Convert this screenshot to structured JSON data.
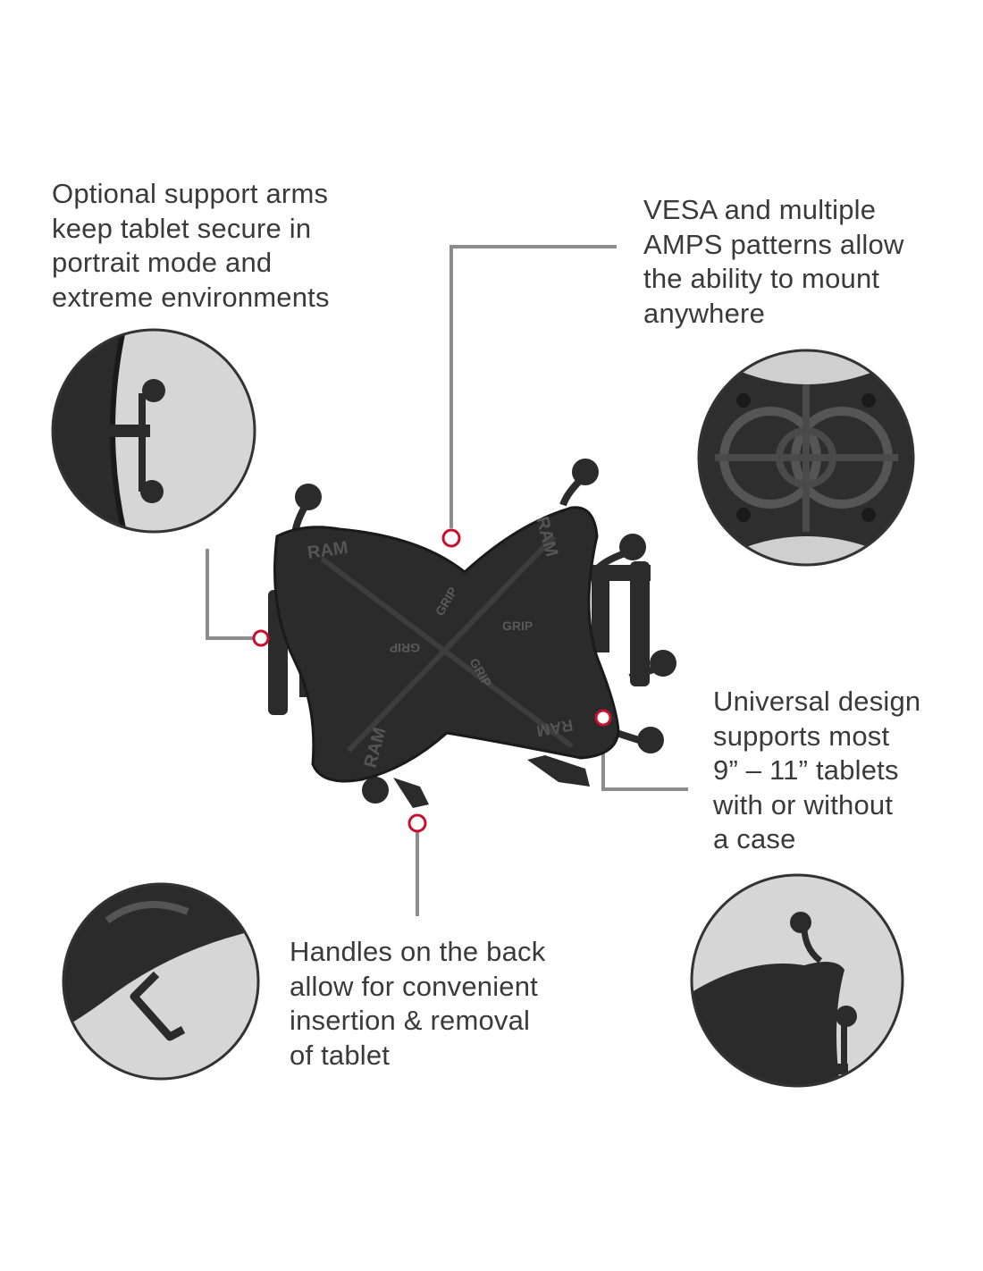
{
  "callouts": {
    "support_arms": [
      "Optional support arms",
      "keep tablet secure in",
      "portrait mode and",
      "extreme environments"
    ],
    "vesa": [
      "VESA and multiple",
      "AMPS patterns allow",
      "the ability to mount",
      "anywhere"
    ],
    "universal": [
      "Universal design",
      "supports most",
      "9” – 11” tablets",
      "with or without",
      "a case"
    ],
    "handles": [
      "Handles on the back",
      "allow for convenient",
      "insertion & removal",
      "of tablet"
    ]
  },
  "product": {
    "brand_mark": "RAM",
    "grip_mark": "GRIP"
  },
  "colors": {
    "text": "#3a3a3a",
    "leader_line": "#8c8c8c",
    "marker": "#c8102e",
    "product": "#2b2b2b",
    "inset_border": "#333333",
    "inset_background": "#d8d8d8"
  },
  "icons": {
    "marker": "red-ring-marker"
  }
}
